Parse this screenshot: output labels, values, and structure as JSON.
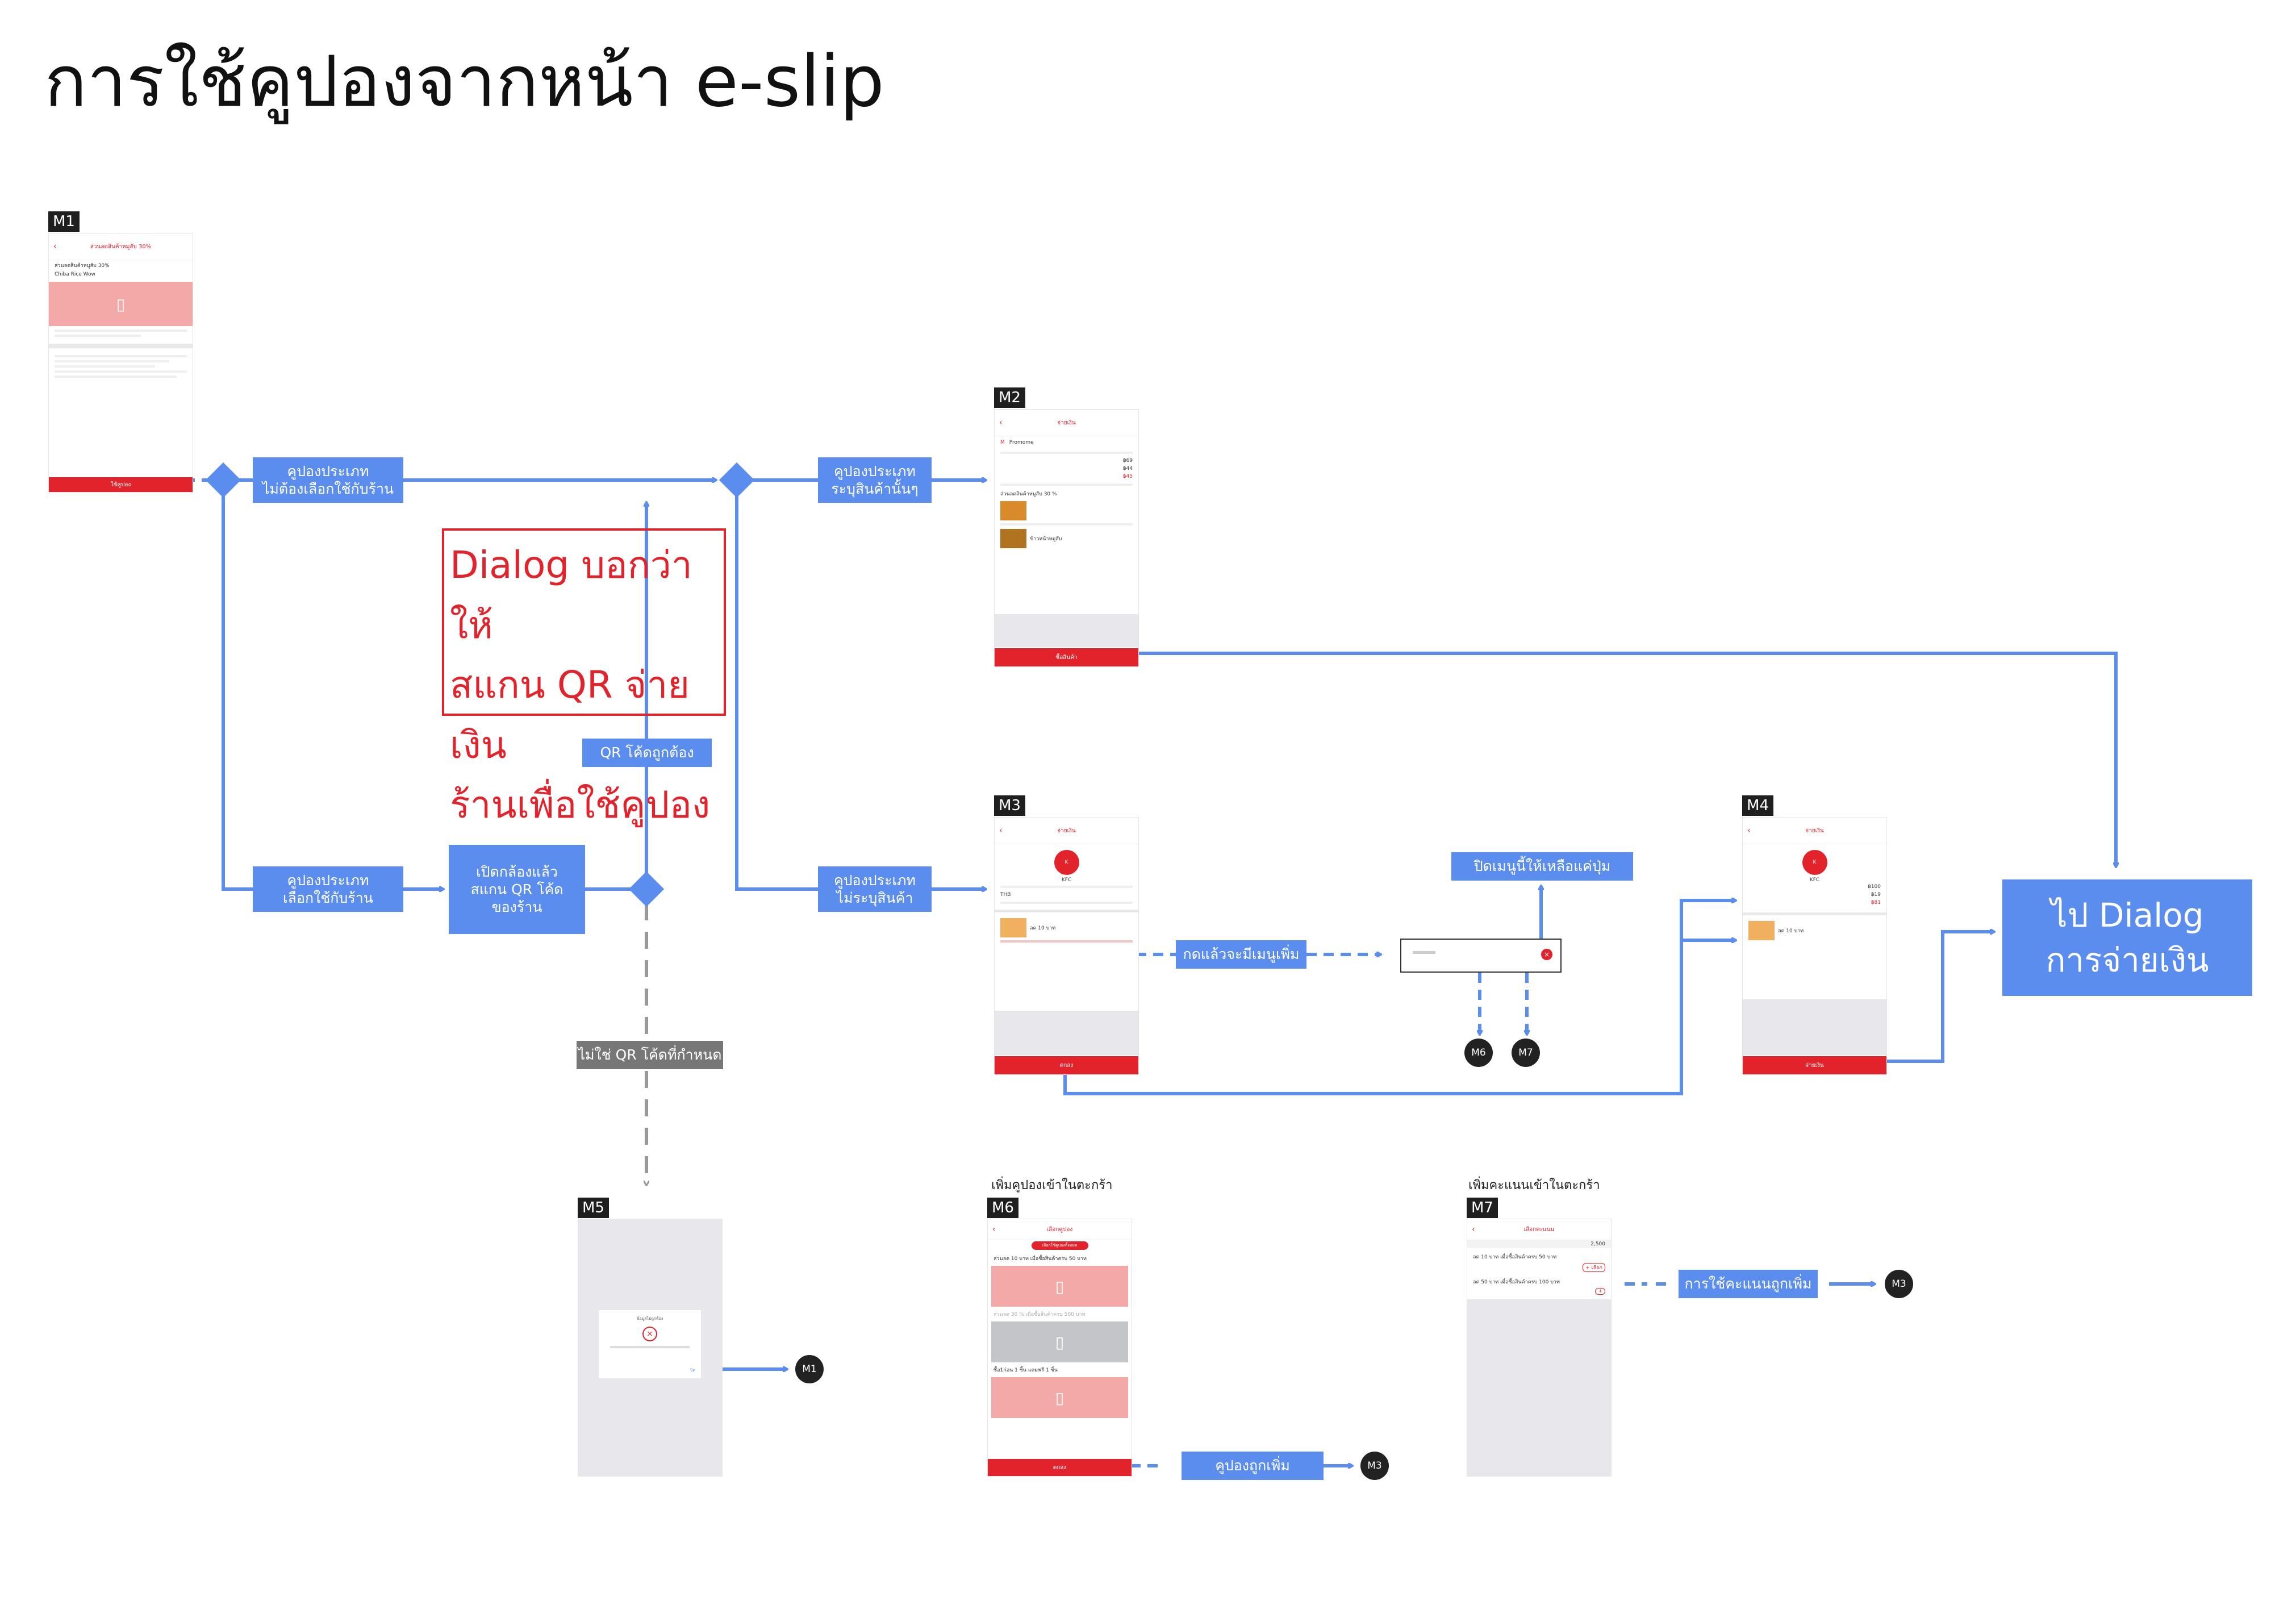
{
  "title": "การใช้คูปองจากหน้า e-slip",
  "tags": {
    "m1": "M1",
    "m2": "M2",
    "m3": "M3",
    "m4": "M4",
    "m5": "M5",
    "m6": "M6",
    "m7": "M7"
  },
  "flow_labels": {
    "no_store": "คูปองประเภท\nไม่ต้องเลือกใช้กับร้าน",
    "store": "คูปองประเภท\nเลือกใช้กับร้าน",
    "open_camera": "เปิดกล้องแล้ว\nสแกน QR โค้ด\nของร้าน",
    "qr_ok": "QR โค้ดถูกต้อง",
    "qr_bad": "ไม่ใช่ QR โค้ดที่กำหนด",
    "specific": "คูปองประเภท\nระบุสินค้านั้นๆ",
    "unspecific": "คูปองประเภท\nไม่ระบุสินค้า",
    "more_menu": "กดแล้วจะมีเมนูเพิ่ม",
    "close_menu": "ปิดเมนูนี้ให้เหลือแค่ปุ่ม",
    "goto_dialog": "ไป Dialog\nการจ่ายเงิน",
    "coupon_added": "คูปองถูกเพิ่ม",
    "points_added": "การใช้คะแนนถูกเพิ่ม"
  },
  "dialog_note": "Dialog บอกว่าให้\nสแกน QR จ่ายเงิน\nร้านเพื่อใช้คูปอง",
  "captions": {
    "m6": "เพิ่มคูปองเข้าในตะกร้า",
    "m7": "เพิ่มคะแนนเข้าในตะกร้า"
  },
  "nodes": {
    "m1": "M1",
    "m3a": "M3",
    "m3b": "M3",
    "m6": "M6",
    "m7": "M7"
  },
  "screens": {
    "m1": {
      "header": "ส่วนลดสินค้าหมูสับ 30%",
      "subtitle": "ส่วนลดสินค้าหมูสับ 30%",
      "store": "Chiba Rice Wow",
      "button": "ใช้คูปอง"
    },
    "m2": {
      "header": "จ่ายเงิน",
      "merchant": "Promome",
      "price1": "฿69",
      "price2": "฿44",
      "price3": "฿45",
      "coupon": "ส่วนลดสินค้าหมูสับ 30 %",
      "item": "ข้าวหน้าหมูสับ",
      "button": "ซื้อสินค้า"
    },
    "m3": {
      "header": "จ่ายเงิน",
      "merchant": "KFC",
      "currency": "THB",
      "promo": "ลด 10 บาท",
      "button": "ตกลง"
    },
    "m4": {
      "header": "จ่ายเงิน",
      "merchant": "KFC",
      "price1": "฿100",
      "price2": "฿19",
      "price3": "฿81",
      "promo": "ลด 10 บาท",
      "button": "จ่ายเงิน"
    },
    "m6": {
      "header": "เลือกคูปอง",
      "pill": "เลือกใช้คูปองทั้งหมด",
      "c1": "ส่วนลด 10 บาท เมื่อซื้อสินค้าครบ 50 บาท",
      "c2": "ส่วนลด 30 % เมื่อซื้อสินค้าครบ 500 บาท",
      "c3": "ซื้อ1ก่อน 1 ชิ้น แถมฟรี 1 ชิ้น",
      "button": "ตกลง"
    },
    "m7": {
      "header": "เลือกคะแนน",
      "points": "2,500",
      "p1": "ลด 10 บาท เมื่อซื้อสินค้าครบ 50 บาท",
      "p2": "ลด 50 บาท เมื่อซื้อสินค้าครบ 100 บาท",
      "add": "+ เลือก"
    },
    "m5": {
      "dlg_title": "ข้อมูลไม่ถูกต้อง",
      "dlg_ok": "ปิด"
    }
  },
  "colors": {
    "flow": "#5b8def",
    "gray": "#777777",
    "alert": "#e3232c"
  }
}
